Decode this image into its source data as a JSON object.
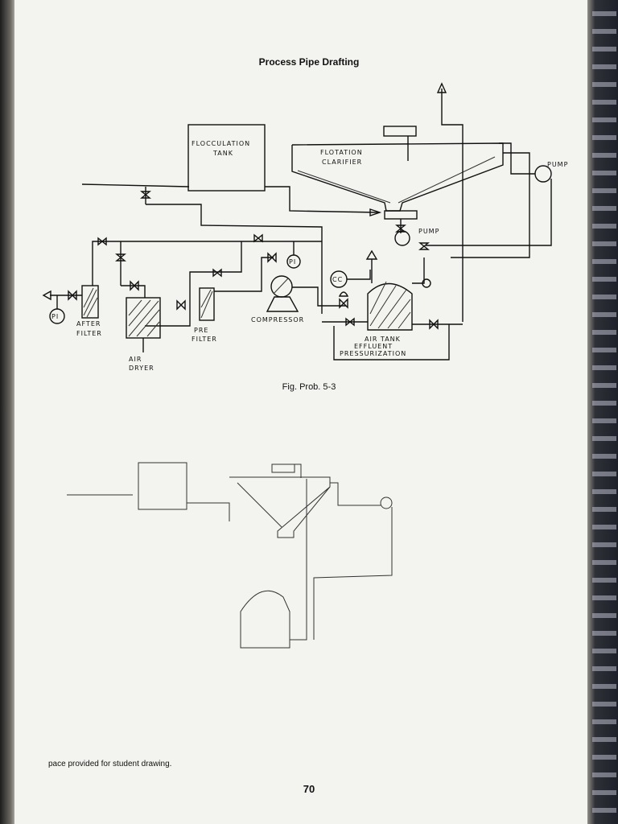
{
  "page": {
    "title": "Process Pipe Drafting",
    "figure_caption": "Fig. Prob. 5-3",
    "footer_note": "pace provided for student drawing.",
    "page_number": "70"
  },
  "diagram": {
    "labels": {
      "flocculation_tank_1": "FLOCCULATION",
      "flocculation_tank_2": "TANK",
      "flotation_clarifier_1": "FLOTATION",
      "flotation_clarifier_2": "CLARIFIER",
      "pump_top": "PUMP",
      "pump_mid": "PUMP",
      "after_filter_1": "AFTER",
      "after_filter_2": "FILTER",
      "air_dryer_1": "AIR",
      "air_dryer_2": "DRYER",
      "pre_filter_1": "PRE",
      "pre_filter_2": "FILTER",
      "compressor": "COMPRESSOR",
      "air_tank_1": "AIR TANK",
      "air_tank_2": "EFFLUENT",
      "air_tank_3": "PRESSURIZATION",
      "pi_left": "PI",
      "pi_mid": "PI",
      "cc": "CC"
    }
  },
  "colors": {
    "page": "#f3f3ef",
    "ink": "#111111",
    "binding": "#1d2029"
  }
}
